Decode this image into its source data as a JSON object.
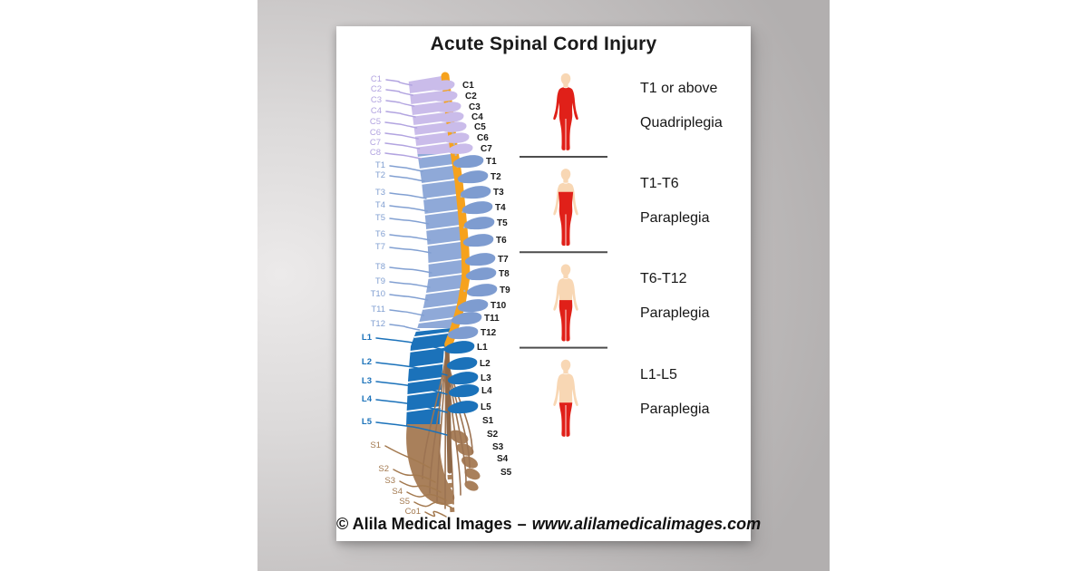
{
  "poster": {
    "title": "Acute Spinal Cord Injury",
    "footer": {
      "copyright": "© Alila Medical Images",
      "separator": "–",
      "website": "www.alilamedicalimages.com"
    }
  },
  "sections": [
    {
      "level": "T1 or above",
      "condition": "Quadriplegia"
    },
    {
      "level": "T1-T6",
      "condition": "Paraplegia"
    },
    {
      "level": "T6-T12",
      "condition": "Paraplegia"
    },
    {
      "level": "L1-L5",
      "condition": "Paraplegia"
    }
  ],
  "spine": {
    "left_labels": {
      "cervical": [
        "C1",
        "C2",
        "C3",
        "C4",
        "C5",
        "C6",
        "C7",
        "C8"
      ],
      "thoracic": [
        "T1",
        "T2",
        "T3",
        "T4",
        "T5",
        "T6",
        "T7",
        "T8",
        "T9",
        "T10",
        "T11",
        "T12"
      ],
      "lumbar": [
        "L1",
        "L2",
        "L3",
        "L4",
        "L5"
      ],
      "sacral": [
        "S1",
        "S2",
        "S3",
        "S4",
        "S5"
      ],
      "coccygeal": [
        "Co1"
      ]
    },
    "right_labels": {
      "cervical": [
        "C1",
        "C2",
        "C3",
        "C4",
        "C5",
        "C6",
        "C7"
      ],
      "thoracic": [
        "T1",
        "T2",
        "T3",
        "T4",
        "T5",
        "T6",
        "T7",
        "T8",
        "T9",
        "T10",
        "T11",
        "T12"
      ],
      "lumbar": [
        "L1",
        "L2",
        "L3",
        "L4",
        "L5"
      ],
      "sacral": [
        "S1",
        "S2",
        "S3",
        "S4",
        "S5"
      ]
    }
  },
  "colors": {
    "cervical_label": "#b2a4e0",
    "cervical_art": "#cabcea",
    "thoracic_label": "#82a0d2",
    "thoracic_art": "#8fa9d8",
    "thoracic_wing": "#7e9cd0",
    "lumbar": "#1b72ba",
    "sacral_label": "#a3794f",
    "sacral_art": "#a9805b",
    "cauda": "#9c7352",
    "cord_orange": "#f6a21d",
    "body_red": "#e02019",
    "body_skin": "#f8d7b4",
    "divider_gray": "#4d4d4d",
    "wall_gray": "#b2afaf",
    "poster_white": "#ffffff"
  }
}
